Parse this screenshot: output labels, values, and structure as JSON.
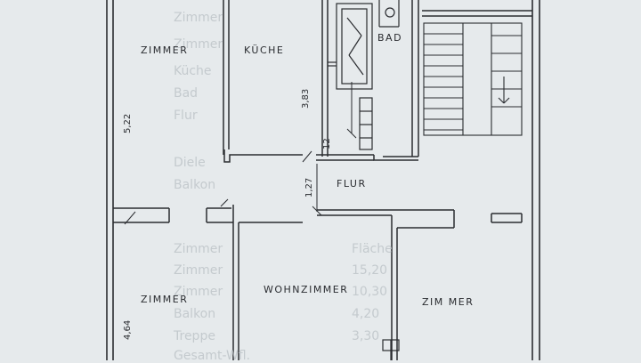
{
  "rooms": {
    "zimmer_top": "ZIMMER",
    "kueche": "KÜCHE",
    "bad": "BAD",
    "flur": "FLUR",
    "zimmer_bottom_left": "ZIMMER",
    "wohnzimmer": "WOHNZIMMER",
    "zimmer_bottom_right": "ZIM MER"
  },
  "dimensions": {
    "left_top": "5,22",
    "kitchen_right": "3,83",
    "flur_height": "1,27",
    "small": "12",
    "left_bottom": "4,64"
  },
  "show_through": {
    "lines": [
      "Zimmer",
      "Zimmer",
      "Küche",
      "Bad",
      "Flur",
      "Diele",
      "Balkon",
      "Zimmer",
      "Zimmer",
      "Zimmer",
      "Balkon",
      "Treppe",
      "Gesamt-Wfl."
    ],
    "values": [
      "Fläche",
      "15,20",
      "10,30",
      "4,20",
      "3,30"
    ]
  },
  "colors": {
    "paper": "#e6eaec",
    "ink": "#2a2c30",
    "ghost": "#b9c0c4"
  }
}
